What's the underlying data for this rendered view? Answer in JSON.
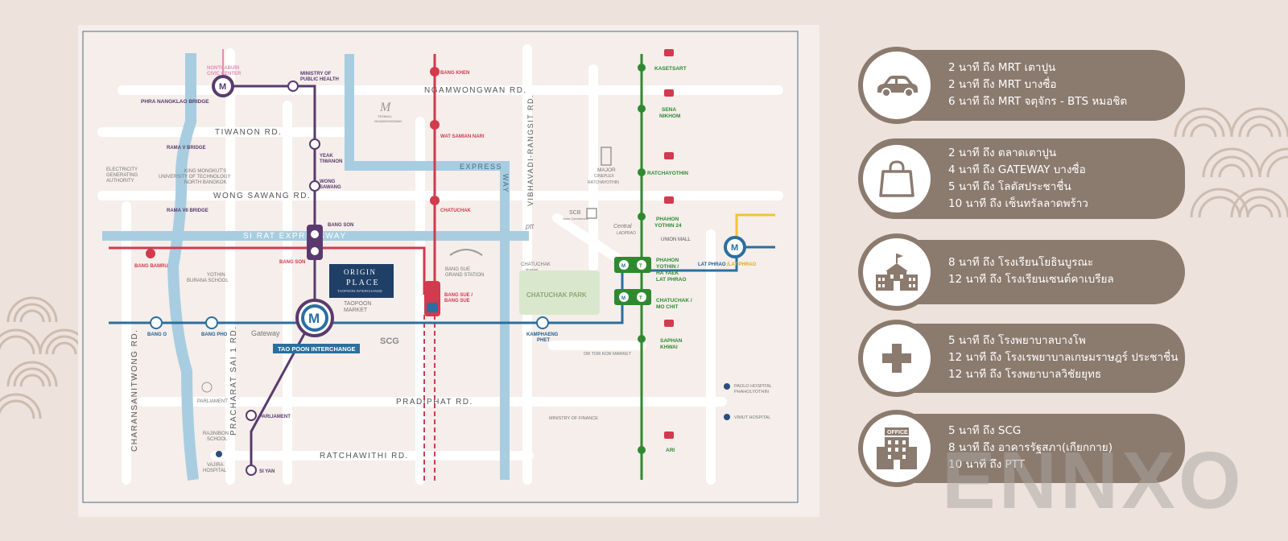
{
  "colors": {
    "background": "#ede2dc",
    "map_bg": "#f5eeeb",
    "pill": "#8b7a6e",
    "purple_line": "#5a3a6e",
    "red_line": "#d23a4e",
    "blue_line": "#2a6f9e",
    "green_line": "#2f8a2f",
    "yellow_line": "#f2c23a",
    "expressway": "#a8cde0",
    "river": "#a8cde0"
  },
  "map": {
    "roads": {
      "ngamwongwan": "NGAMWONGWAN RD.",
      "tiwanon": "TIWANON RD.",
      "wong_sawang": "WONG SAWANG RD.",
      "si_rat": "SI RAT EXPRESSWAY",
      "expressway": "EXPRESS",
      "way": "WAY",
      "vibhavadi": "VIBHAVADI-RANGSIT RD.",
      "pradiphat": "PRADIPHAT RD.",
      "ratchawithi": "RATCHAWITHI RD.",
      "charansanitwong": "CHARANSANITWONG RD.",
      "pracharat": "PRACHARAT SAI 1 RD."
    },
    "purple_stations": {
      "nonthaburi_1": "NONTHABURI",
      "nonthaburi_2": "CIVIC CENTER",
      "ministry_1": "MINISTRY OF",
      "ministry_2": "PUBLIC HEALTH",
      "yeak_1": "YEAK",
      "yeak_2": "TIWANON",
      "wong_1": "WONG",
      "wong_2": "SAWANG",
      "bang_son": "BANG SON",
      "parliament": "PARLIAMENT",
      "si_yan": "SI YAN"
    },
    "red_stations": {
      "bang_khen": "BANG KHEN",
      "wat_samian": "WAT SAMIAN NARI",
      "chatuchak": "CHATUCHAK",
      "bang_son": "BANG SON",
      "bang_bamru": "BANG BAMRU",
      "bang_sue_1": "BANG SUE /",
      "bang_sue_2": "BANG SUE"
    },
    "blue_stations": {
      "bang_o": "BANG O",
      "bang_pho": "BANG PHO",
      "tao_poon": "TAO POON INTERCHANGE",
      "kamphaeng_1": "KAMPHAENG",
      "kamphaeng_2": "PHET",
      "lat_phrao": "LAT PHRAO",
      "lat_phrao_yellow": "/LAT PHRAO"
    },
    "green_stations": {
      "kasetsart": "KASETSART",
      "sena_1": "SENA",
      "sena_2": "NIKHOM",
      "ratchayothin": "RATCHAYOTHIN",
      "phahon24_1": "PHAHON",
      "phahon24_2": "YOTHIN 24",
      "phahon_1": "PHAHON",
      "phahon_2": "YOTHIN /",
      "phahon_3": "HA YAEK",
      "phahon_4": "LAT PHRAO",
      "mochit_1": "CHATUCHAK /",
      "mochit_2": "MO CHIT",
      "saphan_1": "SAPHAN",
      "saphan_2": "KHWAI",
      "ari": "ARI"
    },
    "landmarks": {
      "phra_nangklao": "PHRA NANGKLAO BRIDGE",
      "rama5": "RAMA V BRIDGE",
      "rama7": "RAMA VII BRIDGE",
      "egat_1": "ELECTRICITY",
      "egat_2": "GENERATING",
      "egat_3": "AUTHORITY",
      "kmutnb_1": "KING MONGKUT'S",
      "kmutnb_2": "UNIVERSITY OF TECHNOLOGY",
      "kmutnb_3": "NORTH BANGKOK",
      "yothin_1": "YOTHIN",
      "yothin_2": "BURANA SCHOOL",
      "taopoon_market_1": "TAOPOON",
      "taopoon_market_2": "MARKET",
      "gateway": "Gateway",
      "scg": "SCG",
      "parliament_1": "PARLIAMENT",
      "rajinibon_1": "RAJINIBON",
      "rajinibon_2": "SCHOOL",
      "vajira_1": "VAJIRA",
      "vajira_2": "HOSPITAL",
      "tesmall_1": "TESMALL",
      "tesmall_2": "NGAMWONGWAN",
      "major_1": "MAJOR",
      "major_2": "CINEPLEX",
      "major_3": "RATCHAYOTHIN",
      "scb_1": "SCB",
      "scb_2": "Siam Commercial",
      "central_1": "Central",
      "central_2": "LADPRAO",
      "union_mall": "UNION MALL",
      "ptt": "ptt",
      "chatuchak_museum_1": "CHATUCHAK",
      "chatuchak_museum_2": "Museum",
      "bang_sue_grand_1": "BANG SUE",
      "bang_sue_grand_2": "GRAND STATION",
      "chatuchak_park": "CHATUCHAK PARK",
      "or_tor_kor": "OR TOR KOR MARKET",
      "ministry_finance": "MINISTRY OF FINANCE",
      "paolo_1": "PAOLO HOSPITAL",
      "paolo_2": "PHAHOLYOTHIN",
      "vimut": "VIMUT HOSPITAL"
    },
    "origin": {
      "line1": "ORIGIN",
      "line2": "PLACE",
      "line3": "TAOPOON INTERCHANGE"
    },
    "office_label": "OFFICE"
  },
  "info": [
    {
      "icon": "car-icon",
      "lines": [
        "2 นาที ถึง MRT เตาปูน",
        "2 นาที ถึง MRT บางซื่อ",
        "6 นาที ถึง MRT จตุจักร - BTS หมอชิต"
      ]
    },
    {
      "icon": "shopping-bag-icon",
      "lines": [
        "2 นาที ถึง ตลาดเตาปูน",
        "4 นาที ถึง GATEWAY บางซื่อ",
        "5 นาที ถึง โลตัสประชาชื่น",
        "10 นาที ถึง เซ็นทรัลลาดพร้าว"
      ]
    },
    {
      "icon": "school-icon",
      "lines": [
        "8 นาที ถึง โรงเรียนโยธินบูรณะ",
        "12 นาที ถึง โรงเรียนเซนต์คาเบรียล"
      ]
    },
    {
      "icon": "hospital-cross-icon",
      "lines": [
        "5 นาที ถึง โรงพยาบาลบางโพ",
        "12 นาที ถึง โรงเรพยาบาลเกษมราษฎร์ ประชาชื่น",
        "12 นาที ถึง โรงพยาบาลวิชัยยุทธ"
      ]
    },
    {
      "icon": "office-building-icon",
      "lines": [
        "5 นาที ถึง SCG",
        "8 นาที ถึง อาคารรัฐสภา(เกียกกาย)",
        "10 นาที ถึง PTT"
      ]
    }
  ],
  "watermark": "ENNXO"
}
